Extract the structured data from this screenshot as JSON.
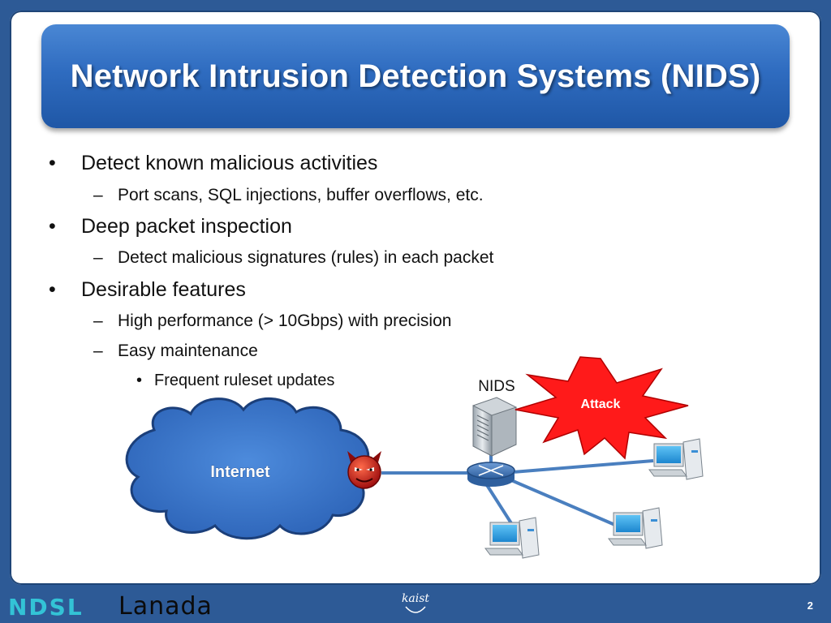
{
  "title": "Network Intrusion Detection Systems (NIDS)",
  "bullets": [
    {
      "level": 1,
      "marker": "•",
      "text": "Detect known malicious activities"
    },
    {
      "level": 2,
      "marker": "–",
      "text": "Port scans, SQL injections, buffer overflows, etc."
    },
    {
      "level": 1,
      "marker": "•",
      "text": "Deep packet inspection"
    },
    {
      "level": 2,
      "marker": "–",
      "text": "Detect malicious signatures (rules) in each packet"
    },
    {
      "level": 1,
      "marker": "•",
      "text": "Desirable features"
    },
    {
      "level": 2,
      "marker": "–",
      "text": "High performance (> 10Gbps) with precision"
    },
    {
      "level": 2,
      "marker": "–",
      "text": "Easy maintenance"
    },
    {
      "level": 3,
      "marker": "•",
      "text": "Frequent ruleset updates"
    }
  ],
  "diagram": {
    "cloud_label": "Internet",
    "nids_label": "NIDS",
    "attack_label": "Attack",
    "icons": [
      "cloud-icon",
      "devil-icon",
      "server-icon",
      "router-icon",
      "computer-icon",
      "starburst-icon"
    ]
  },
  "footer": {
    "logo_left": "NDSL",
    "logo_mid": "Lanada",
    "logo_center": "kaist",
    "page_number": "2"
  },
  "colors": {
    "background": "#2d5a96",
    "title_bar": "#2f6cc0",
    "cloud": "#3b74c8",
    "attack": "#ff1a1a",
    "link": "#4a7fbf"
  }
}
